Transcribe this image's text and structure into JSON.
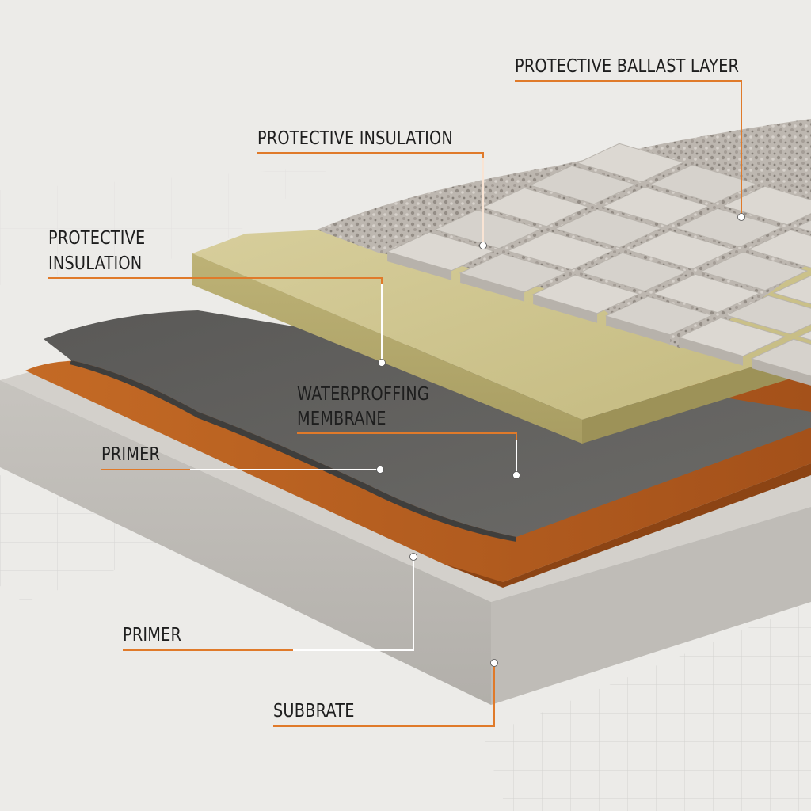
{
  "labels": {
    "ballast": "PROTECTIVE BALLAST LAYER",
    "insulation_top": "PROTECTIVE INSULATION",
    "insulation_left_line1": "PROTECTIVE",
    "insulation_left_line2": "INSULATION",
    "membrane_line1": "WATERPROFFING",
    "membrane_line2": "MEMBRANE",
    "primer_upper": "PRIMER",
    "primer_lower": "PRIMER",
    "substrate": "SUBBRATE"
  },
  "colors": {
    "background": "#ecebe8",
    "leader_line": "#e07a2a",
    "substrate": "#c9c6c1",
    "primer": "#b65e1d",
    "membrane": "#5f5e5c",
    "insulation": "#cdc48f",
    "pavers": "#d8d4ce",
    "gravel": "#b4ada6"
  }
}
